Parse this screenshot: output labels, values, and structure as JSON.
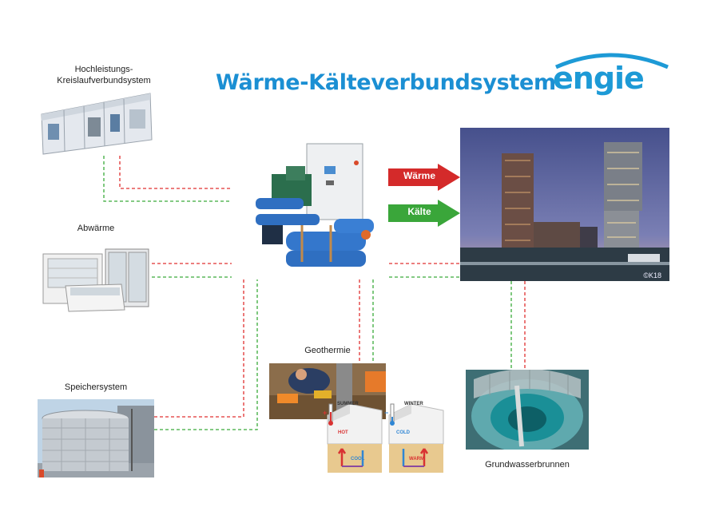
{
  "title": "Wärme-Kälteverbundsystem",
  "brand": {
    "name": "engie",
    "color": "#1d9ad6"
  },
  "nodes": {
    "hvac": {
      "label_line1": "Hochleistungs-",
      "label_line2": "Kreislaufverbundsystem"
    },
    "waste_heat": {
      "label": "Abwärme"
    },
    "storage": {
      "label": "Speichersystem"
    },
    "geothermal": {
      "label": "Geothermie"
    },
    "groundwater": {
      "label": "Grundwasserbrunnen"
    },
    "building": {
      "credit": "©K18"
    }
  },
  "flows": {
    "heat": "Wärme",
    "cold": "Kälte"
  },
  "geo_houses": {
    "summer": {
      "season": "SUMMER",
      "top": "HOT",
      "bottom": "COOL",
      "sign": "+"
    },
    "winter": {
      "season": "WINTER",
      "top": "COLD",
      "bottom": "WARM",
      "sign": "−"
    }
  },
  "colors": {
    "heat_line": "#e03030",
    "cold_line": "#3aaa3a",
    "arrow_heat": "#d42a2a",
    "arrow_cold": "#3aa63a",
    "title": "#1b8fd3"
  }
}
